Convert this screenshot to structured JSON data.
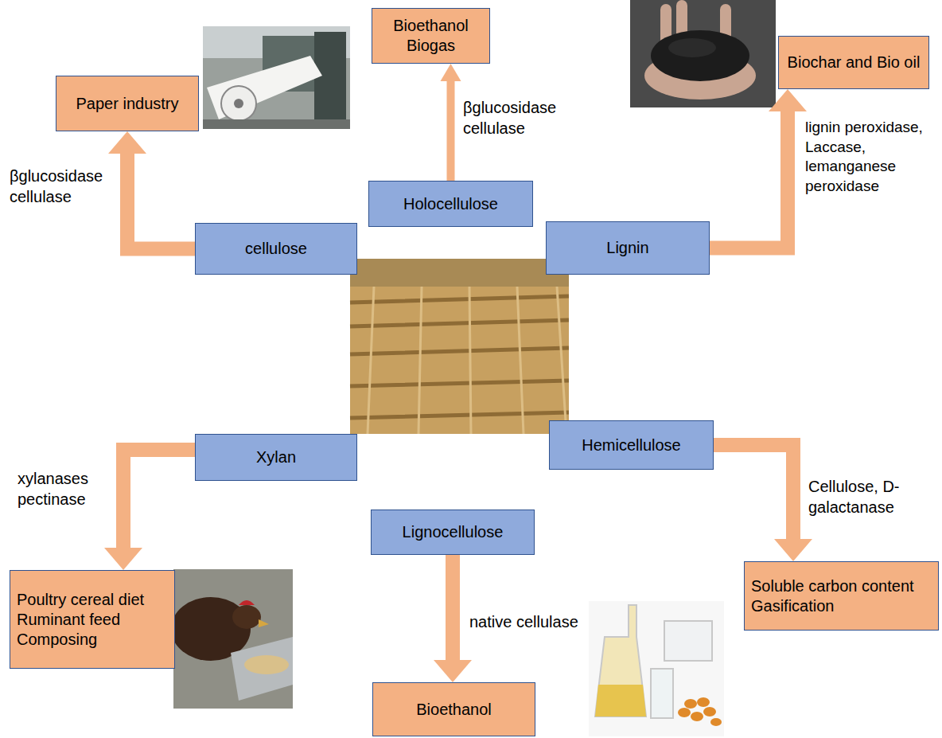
{
  "diagram": {
    "nodes": [
      {
        "text": [
          "Bioethanol Biogas"
        ]
      },
      {
        "text": [
          "Biochar and Bio oil"
        ]
      },
      {
        "text": [
          "Paper industry"
        ]
      },
      {
        "text": [
          "Holocellulose"
        ]
      },
      {
        "text": [
          "cellulose"
        ]
      },
      {
        "text": [
          "Lignin"
        ]
      },
      {
        "text": [
          "Hemicellulose"
        ]
      },
      {
        "text": [
          "Xylan"
        ]
      },
      {
        "text": [
          "Lignocellulose"
        ]
      },
      {
        "text": [
          "Soluble carbon content Gasification"
        ]
      },
      {
        "text": [
          "Poultry cereal diet Ruminant feed Composing"
        ]
      },
      {
        "text": [
          "Bioethanol"
        ]
      }
    ],
    "edges": [
      {
        "from": 4,
        "to": 2,
        "arrow": "to",
        "label": "βglucosidase cellulase"
      },
      {
        "from": 3,
        "to": 0,
        "arrow": "to",
        "label": "βglucosidase cellulase"
      },
      {
        "from": 5,
        "to": 1,
        "arrow": "to",
        "label": "lignin peroxidase, Laccase, lemanganese peroxidase"
      },
      {
        "from": 6,
        "to": 9,
        "arrow": "to",
        "label": "Cellulose, D- galactanase"
      },
      {
        "from": 7,
        "to": 10,
        "arrow": "to",
        "label": "xylanases pectinase"
      },
      {
        "from": 8,
        "to": 11,
        "arrow": "to",
        "label": "native cellulase"
      }
    ]
  }
}
